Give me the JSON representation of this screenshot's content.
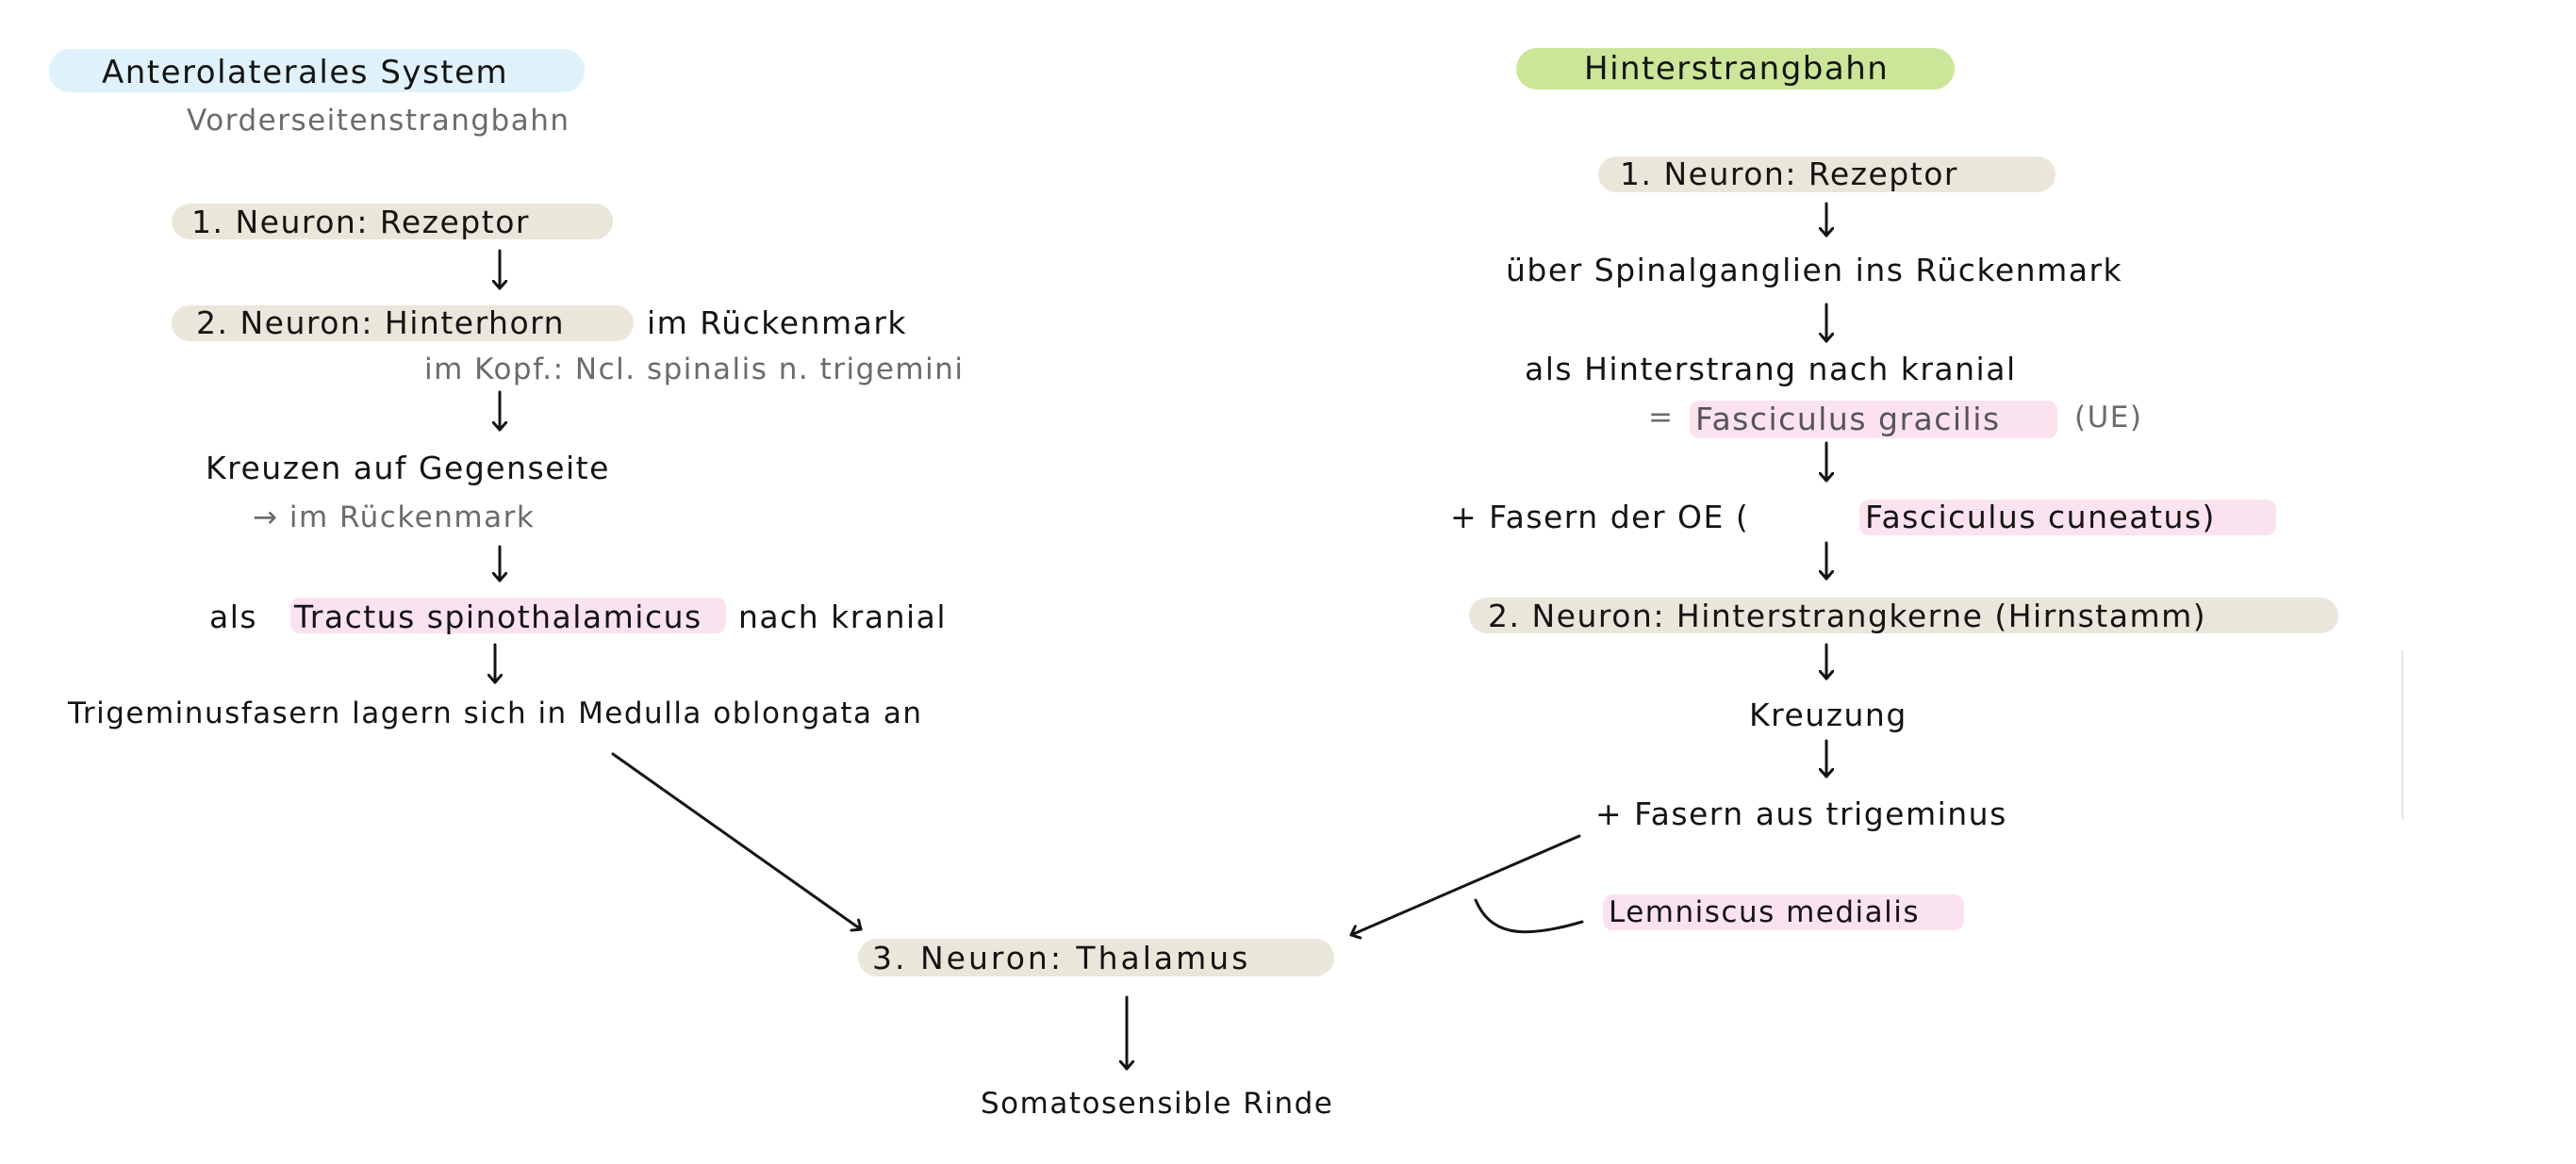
{
  "left": {
    "title": "Anterolaterales System",
    "subtitle": "Vorderseitenstrangbahn",
    "neuron1": "1. Neuron: Rezeptor",
    "neuron2_hl": "2. Neuron: Hinterhorn",
    "neuron2_rest": "im Rückenmark",
    "kopf_note": "im Kopf.: Ncl. spinalis n. trigemini",
    "kreuzen": "Kreuzen auf Gegenseite",
    "kreuzen_note": "→ im Rückenmark",
    "als": "als",
    "tractus": "Tractus spinothalamicus",
    "nach_kranial": "nach kranial",
    "trigeminus": "Trigeminusfasern lagern sich in Medulla oblongata an"
  },
  "right": {
    "title": "Hinterstrangbahn",
    "neuron1": "1. Neuron: Rezeptor",
    "spinal": "über Spinalganglien ins Rückenmark",
    "hinterstrang": "als Hinterstrang nach kranial",
    "eq": "=",
    "gracilis": "Fasciculus gracilis",
    "ue": "(UE)",
    "fasern_oe": "+ Fasern der OE (",
    "cuneatus": "Fasciculus cuneatus)",
    "neuron2": "2. Neuron: Hinterstrangkerne (Hirnstamm)",
    "kreuzung": "Kreuzung",
    "fasern_trig": "+ Fasern aus trigeminus",
    "lemniscus": "Lemniscus medialis"
  },
  "center": {
    "neuron3": "3. Neuron: Thalamus",
    "rinde": "Somatosensible Rinde"
  },
  "colors": {
    "beige": "#ebe6da",
    "pink": "#fbe2ef",
    "blue": "#dff2fb",
    "green": "#cce699",
    "ink": "#141414",
    "gray": "#6b6b6b"
  }
}
